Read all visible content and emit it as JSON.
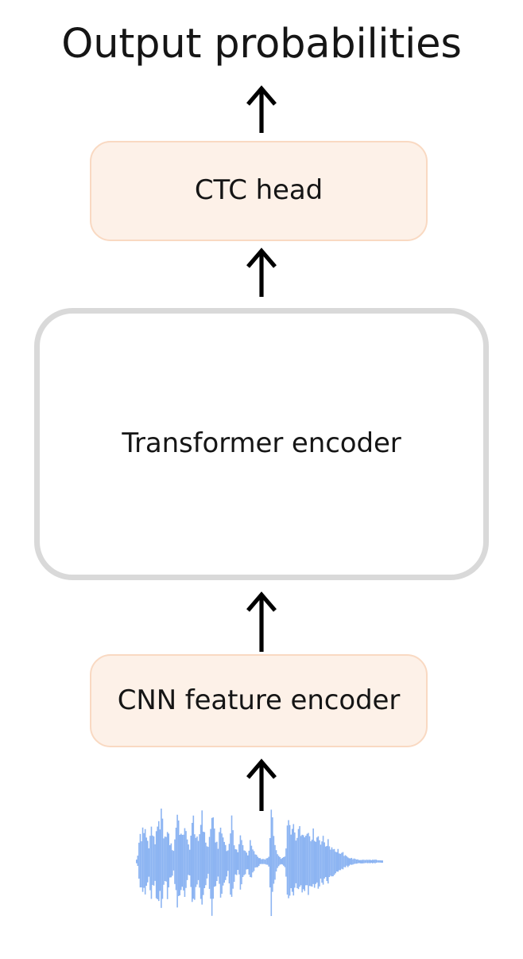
{
  "diagram": {
    "type": "flowchart",
    "orientation": "bottom-to-top",
    "title_text": "Output probabilities",
    "background_color": "#ffffff",
    "nodes": [
      {
        "id": "output-probabilities",
        "label": "Output probabilities",
        "shape": "text",
        "fill": "none",
        "text_color": "#151515"
      },
      {
        "id": "ctc-head",
        "label": "CTC head",
        "shape": "rounded-rect",
        "fill": "#fdf1e8",
        "stroke": "#f9d9c2",
        "text_color": "#151515"
      },
      {
        "id": "transformer-encoder",
        "label": "Transformer encoder",
        "shape": "rounded-rect",
        "fill": "#ffffff",
        "stroke": "#d9d9d9",
        "text_color": "#151515"
      },
      {
        "id": "cnn-feature-encoder",
        "label": "CNN feature encoder",
        "shape": "rounded-rect",
        "fill": "#fdf1e8",
        "stroke": "#f9d9c2",
        "text_color": "#151515"
      },
      {
        "id": "audio-waveform",
        "label": "",
        "shape": "waveform",
        "fill": "#8cb4f2",
        "stroke": "none",
        "text_color": "none"
      }
    ],
    "edges": [
      {
        "id": "audio-to-cnn",
        "from": "audio-waveform",
        "to": "cnn-feature-encoder",
        "arrow": "up",
        "color": "#000000"
      },
      {
        "id": "cnn-to-transformer",
        "from": "cnn-feature-encoder",
        "to": "transformer-encoder",
        "arrow": "up",
        "color": "#000000"
      },
      {
        "id": "transformer-to-ctc",
        "from": "transformer-encoder",
        "to": "ctc-head",
        "arrow": "up",
        "color": "#000000"
      },
      {
        "id": "ctc-to-output",
        "from": "ctc-head",
        "to": "output-probabilities",
        "arrow": "up",
        "color": "#000000"
      }
    ]
  },
  "labels": {
    "title": "Output probabilities",
    "ctc_head": "CTC head",
    "transformer_encoder": "Transformer encoder",
    "cnn_feature_encoder": "CNN feature encoder"
  },
  "colors": {
    "peach_fill": "#fdf1e8",
    "peach_border": "#f9d9c2",
    "gray_border": "#d9d9d9",
    "waveform_blue": "#8cb4f2",
    "text": "#151515",
    "arrow": "#000000",
    "background": "#ffffff"
  },
  "waveform": {
    "description": "speech audio waveform",
    "color": "#8cb4f2",
    "samples": [
      0.04,
      0.1,
      0.34,
      0.52,
      0.41,
      0.56,
      0.48,
      0.6,
      0.44,
      0.38,
      0.3,
      0.46,
      0.62,
      0.5,
      0.41,
      0.34,
      0.58,
      0.72,
      0.63,
      0.55,
      0.86,
      0.7,
      0.52,
      0.44,
      0.39,
      0.61,
      0.47,
      0.35,
      0.29,
      0.24,
      0.21,
      0.4,
      0.66,
      0.9,
      0.74,
      0.58,
      0.49,
      0.42,
      0.55,
      0.68,
      0.51,
      0.36,
      0.3,
      0.26,
      0.48,
      0.64,
      0.78,
      0.6,
      0.45,
      0.39,
      0.33,
      0.51,
      0.72,
      0.95,
      0.66,
      0.47,
      0.38,
      0.3,
      0.26,
      0.44,
      0.6,
      0.88,
      0.7,
      0.52,
      0.41,
      0.34,
      0.28,
      0.46,
      0.62,
      0.54,
      0.43,
      0.37,
      0.31,
      0.24,
      0.19,
      0.35,
      0.58,
      0.76,
      0.49,
      0.33,
      0.27,
      0.22,
      0.18,
      0.3,
      0.44,
      0.38,
      0.29,
      0.24,
      0.2,
      0.16,
      0.13,
      0.22,
      0.34,
      0.28,
      0.21,
      0.17,
      0.14,
      0.11,
      0.09,
      0.07,
      0.06,
      0.05,
      0.05,
      0.04,
      0.04,
      0.05,
      0.06,
      0.08,
      0.52,
      0.9,
      0.7,
      0.46,
      0.3,
      0.2,
      0.13,
      0.09,
      0.07,
      0.06,
      0.06,
      0.07,
      0.1,
      0.28,
      0.56,
      0.74,
      0.62,
      0.48,
      0.55,
      0.67,
      0.58,
      0.44,
      0.52,
      0.63,
      0.57,
      0.49,
      0.54,
      0.6,
      0.55,
      0.47,
      0.51,
      0.56,
      0.5,
      0.45,
      0.48,
      0.52,
      0.46,
      0.41,
      0.44,
      0.47,
      0.42,
      0.37,
      0.39,
      0.41,
      0.36,
      0.31,
      0.33,
      0.35,
      0.3,
      0.25,
      0.26,
      0.27,
      0.23,
      0.19,
      0.2,
      0.21,
      0.17,
      0.14,
      0.14,
      0.15,
      0.12,
      0.1,
      0.09,
      0.09,
      0.07,
      0.06,
      0.06,
      0.05,
      0.05,
      0.04,
      0.04,
      0.04,
      0.03,
      0.03,
      0.03,
      0.03,
      0.03,
      0.03,
      0.03,
      0.03,
      0.03,
      0.03,
      0.03,
      0.03,
      0.03,
      0.03,
      0.03,
      0.02,
      0.02,
      0.02,
      0.02,
      0.02
    ]
  }
}
